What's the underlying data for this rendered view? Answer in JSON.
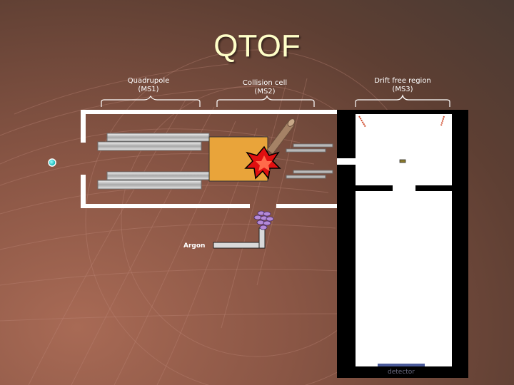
{
  "title": "QTOF",
  "sections": {
    "quadrupole": "Quadrupole\n(MS1)",
    "collision_cell": "Collision cell\n(MS2)",
    "drift_region": "Drift free region\n(MS3)"
  },
  "labels": {
    "argon": "Argon",
    "detector": "detector"
  }
}
